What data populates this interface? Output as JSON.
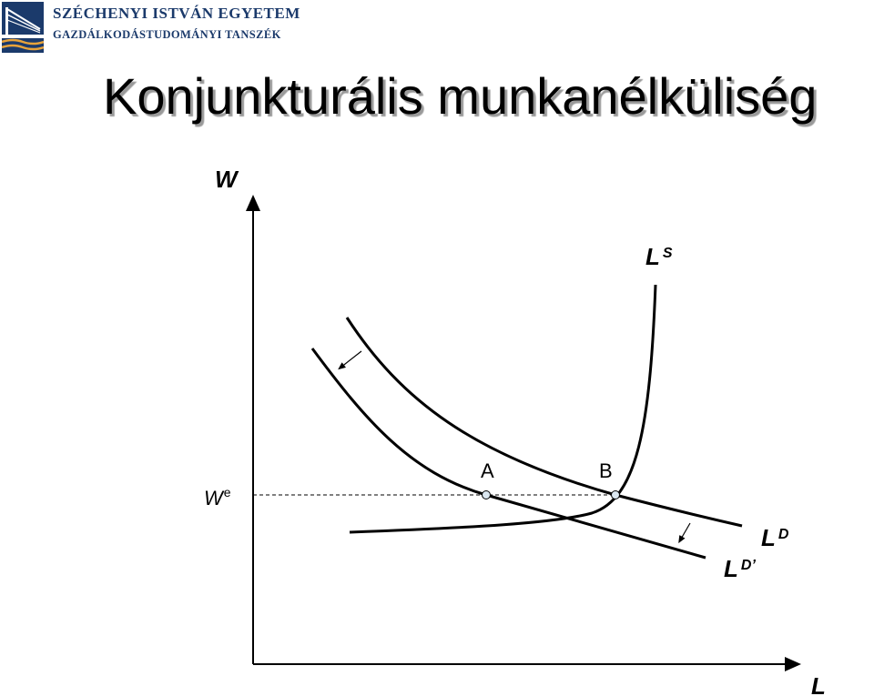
{
  "header": {
    "university": "SZÉCHENYI ISTVÁN EGYETEM",
    "department": "GAZDÁLKODÁSTUDOMÁNYI TANSZÉK",
    "logo_icon": "bridge-logo-icon",
    "brand_color": "#1b3a6b"
  },
  "title": "Konjunkturális munkanélküliség",
  "diagram": {
    "y_axis_label": "W",
    "x_axis_label": "L",
    "supply_label": "L",
    "supply_sup": "S",
    "demand_label": "L",
    "demand_sup": "D",
    "demand_shifted_label": "L",
    "demand_shifted_sup": "D’",
    "wage_label": "W",
    "wage_sup": "e",
    "point_a": "A",
    "point_b": "B",
    "point_color": "#dbe7f0"
  }
}
